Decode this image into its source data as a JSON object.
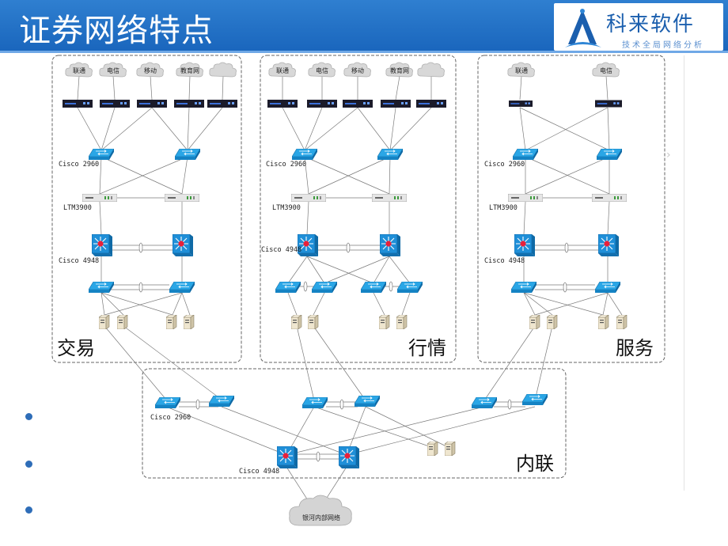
{
  "slide": {
    "title": "证券网络特点"
  },
  "logo": {
    "name": "科来软件",
    "slogan": "技术全局网络分析"
  },
  "zones": [
    {
      "label": "交易",
      "clouds": [
        "联通",
        "电信",
        "移动",
        "教育网",
        ""
      ]
    },
    {
      "label": "行情",
      "clouds": [
        "联通",
        "电信",
        "移动",
        "教育网",
        ""
      ]
    },
    {
      "label": "服务",
      "clouds": [
        "联通",
        "电信"
      ]
    },
    {
      "label": "内联"
    }
  ],
  "device_labels": {
    "access_switch": "Cisco 2960",
    "load_balancer": "LTM3900",
    "core_switch": "Cisco 4948"
  },
  "internal_network": "银河内部网络",
  "colors": {
    "header": "#1f6fc5",
    "switch": "#1fa0e0",
    "core": "#1a7fcf",
    "core_star": "#e8203a"
  },
  "bullets": [
    "",
    "",
    ""
  ]
}
